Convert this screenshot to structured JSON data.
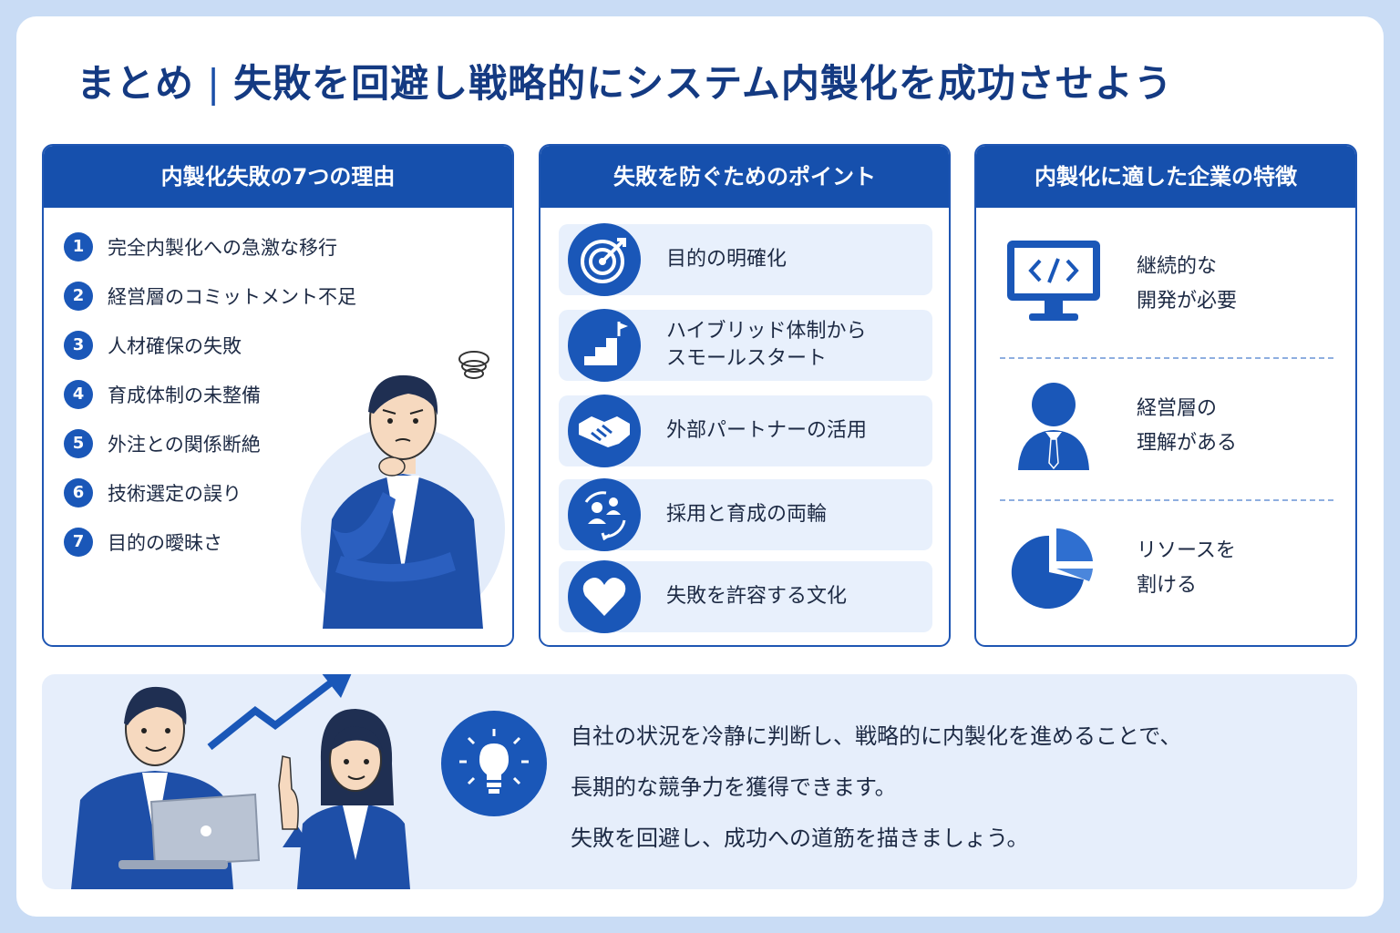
{
  "title": {
    "prefix": "まとめ",
    "separator": "|",
    "main": "失敗を回避し戦略的にシステム内製化を成功させよう"
  },
  "reasons": {
    "header": "内製化失敗の7つの理由",
    "items": [
      {
        "num": "1",
        "label": "完全内製化への急激な移行"
      },
      {
        "num": "2",
        "label": "経営層のコミットメント不足"
      },
      {
        "num": "3",
        "label": "人材確保の失敗"
      },
      {
        "num": "4",
        "label": "育成体制の未整備"
      },
      {
        "num": "5",
        "label": "外注との関係断絶"
      },
      {
        "num": "6",
        "label": "技術選定の誤り"
      },
      {
        "num": "7",
        "label": "目的の曖昧さ"
      }
    ]
  },
  "points": {
    "header": "失敗を防ぐためのポイント",
    "items": [
      {
        "icon": "target-icon",
        "label": "目的の明確化"
      },
      {
        "icon": "stairs-flag-icon",
        "label": "ハイブリッド体制から\nスモールスタート"
      },
      {
        "icon": "handshake-icon",
        "label": "外部パートナーの活用"
      },
      {
        "icon": "people-cycle-icon",
        "label": "採用と育成の両輪"
      },
      {
        "icon": "heart-icon",
        "label": "失敗を許容する文化"
      }
    ]
  },
  "traits": {
    "header": "内製化に適した企業の特徴",
    "items": [
      {
        "icon": "code-monitor-icon",
        "label": "継続的な\n開発が必要"
      },
      {
        "icon": "executive-icon",
        "label": "経営層の\n理解がある"
      },
      {
        "icon": "pie-chart-icon",
        "label": "リソースを\n割ける"
      }
    ]
  },
  "message": {
    "line1": "自社の状況を冷静に判断し、戦略的に内製化を進めることで、",
    "line2": "長期的な競争力を獲得できます。",
    "line3": "失敗を回避し、成功への道筋を描きましょう。"
  },
  "colors": {
    "primary": "#1650ad",
    "navy": "#143a82",
    "light": "#e8f0fc",
    "background": "#c9dcf5"
  }
}
